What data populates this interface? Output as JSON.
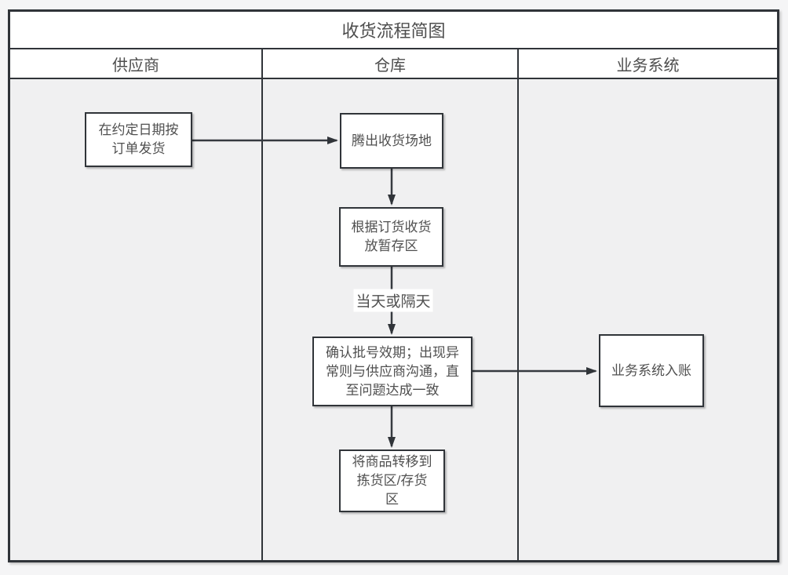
{
  "diagram": {
    "title": "收货流程简图",
    "lanes": [
      {
        "id": "supplier",
        "label": "供应商"
      },
      {
        "id": "warehouse",
        "label": "仓库"
      },
      {
        "id": "business-system",
        "label": "业务系统"
      }
    ],
    "nodes": {
      "ship_on_date": {
        "label": "在约定日期按\n订单发货",
        "lane": "供应商"
      },
      "clear_area": {
        "label": "腾出收货场地",
        "lane": "仓库"
      },
      "receive_to_staging": {
        "label": "根据订货收货\n放暂存区",
        "lane": "仓库"
      },
      "confirm_batch": {
        "label": "确认批号效期；出现异\n常则与供应商沟通，直\n至问题达成一致",
        "lane": "仓库"
      },
      "move_to_picking": {
        "label": "将商品转移到\n拣货区/存货\n区",
        "lane": "仓库"
      },
      "system_entry": {
        "label": "业务系统入账",
        "lane": "业务系统"
      }
    },
    "edges": [
      {
        "from": "ship_on_date",
        "to": "clear_area",
        "label": ""
      },
      {
        "from": "clear_area",
        "to": "receive_to_staging",
        "label": ""
      },
      {
        "from": "receive_to_staging",
        "to": "confirm_batch",
        "label": "当天或隔天"
      },
      {
        "from": "confirm_batch",
        "to": "system_entry",
        "label": ""
      },
      {
        "from": "confirm_batch",
        "to": "move_to_picking",
        "label": ""
      }
    ],
    "colors": {
      "stroke": "#303439",
      "band_background": "#ffffff",
      "lane_background": "#f0f0f1",
      "page_background": "#f5f5f6",
      "text": "#505050"
    }
  }
}
